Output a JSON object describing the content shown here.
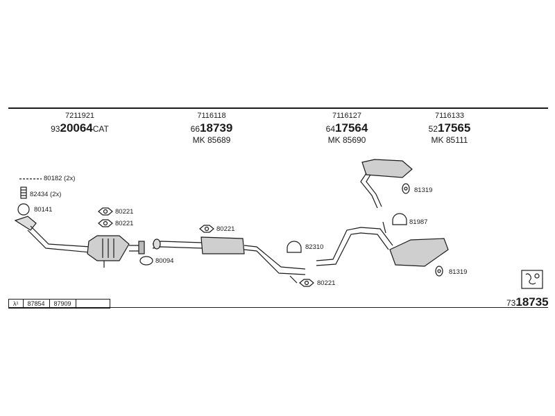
{
  "columns": [
    {
      "ref": "7211921",
      "prefix": "93",
      "code": "20064",
      "suffix": "CAT",
      "mk": ""
    },
    {
      "ref": "7116118",
      "prefix": "66",
      "code": "18739",
      "suffix": "",
      "mk": "MK 85689"
    },
    {
      "ref": "7116127",
      "prefix": "64",
      "code": "17564",
      "suffix": "",
      "mk": "MK 85690"
    },
    {
      "ref": "7116133",
      "prefix": "52",
      "code": "17565",
      "suffix": "",
      "mk": "MK 85111"
    }
  ],
  "labels": {
    "l80182": "80182 (2x)",
    "l82434": "82434 (2x)",
    "l80141": "80141",
    "l80221a": "80221",
    "l80221b": "80221",
    "l80094": "80094",
    "l80221c": "80221",
    "l82310": "82310",
    "l80221d": "80221",
    "l81319a": "81319",
    "l81987": "81987",
    "l81319b": "81319"
  },
  "footer": {
    "lambda": "λ¹",
    "c1": "87854",
    "c2": "87909",
    "c3": ""
  },
  "kit": {
    "prefix": "73",
    "code": "18735"
  }
}
